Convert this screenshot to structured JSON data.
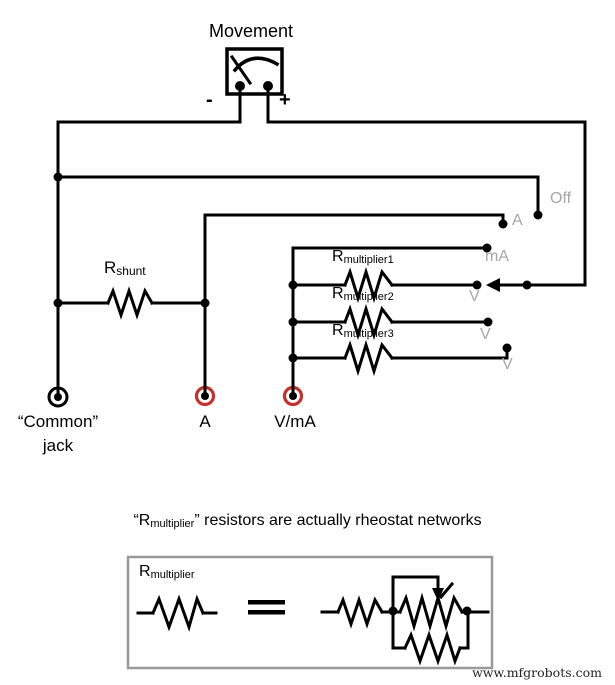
{
  "colors": {
    "wire": "#000000",
    "gray_label": "#a6a6a6",
    "jack_red": "#c5302c",
    "box_border": "#999999",
    "watermark": "#222222"
  },
  "schematic": {
    "movement_label": "Movement",
    "meter_terminals": {
      "minus": "-",
      "plus": "+"
    },
    "resistors": {
      "shunt": {
        "base": "R",
        "sub": "shunt"
      },
      "multipliers": [
        {
          "base": "R",
          "sub": "multiplier1"
        },
        {
          "base": "R",
          "sub": "multiplier2"
        },
        {
          "base": "R",
          "sub": "multiplier3"
        }
      ]
    },
    "selector_switch": {
      "positions": [
        {
          "label": "Off"
        },
        {
          "label": "A"
        },
        {
          "label": "mA"
        },
        {
          "label": "V"
        },
        {
          "label": "V"
        },
        {
          "label": "V"
        }
      ],
      "wiper_points_to": "V"
    },
    "jacks": {
      "common": {
        "line1": "“Common”",
        "line2": "jack"
      },
      "a": {
        "label": "A"
      },
      "v_ma": {
        "label": "V/mA"
      }
    }
  },
  "note": {
    "prefix": "“R",
    "sub": "multiplier",
    "suffix": "” resistors are actually rheostat networks"
  },
  "equivalence": {
    "resistor_label": {
      "base": "R",
      "sub": "multiplier"
    }
  },
  "watermark": "www.mfgrobots.com"
}
